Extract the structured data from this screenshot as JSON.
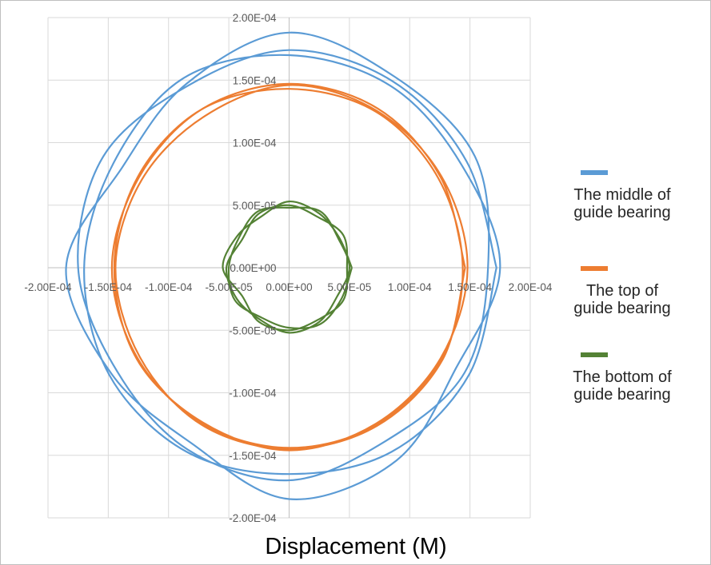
{
  "chart_data": {
    "type": "line",
    "title": "",
    "xlabel": "Displacement (M)",
    "ylabel": "",
    "xlim": [
      -0.0002,
      0.0002
    ],
    "ylim": [
      -0.0002,
      0.0002
    ],
    "grid": true,
    "legend_position": "right",
    "x_tick_labels": [
      "-2.00E-04",
      "-1.50E-04",
      "-1.00E-04",
      "-5.00E-05",
      "0.00E+00",
      "5.00E-05",
      "1.00E-04",
      "1.50E-04",
      "2.00E-04"
    ],
    "y_tick_labels": [
      "2.00E-04",
      "1.50E-04",
      "1.00E-04",
      "5.00E-05",
      "0.00E+00",
      "-5.00E-05",
      "-1.00E-04",
      "-1.50E-04",
      "-2.00E-04"
    ],
    "tick_values": [
      -0.0002,
      -0.00015,
      -0.0001,
      -5e-05,
      0,
      5e-05,
      0.0001,
      0.00015,
      0.0002
    ],
    "point_scale": 1e-06,
    "series": [
      {
        "name": "The middle of guide bearing",
        "color": "#5b9bd5",
        "points": [
          [
            172,
            0
          ],
          [
            147.2,
            85
          ],
          [
            86,
            149
          ],
          [
            0,
            174
          ],
          [
            -84,
            145.5
          ],
          [
            -154.1,
            89
          ],
          [
            -175,
            0
          ],
          [
            -142.9,
            -82.5
          ],
          [
            -84,
            -145.5
          ],
          [
            0,
            -170
          ],
          [
            80,
            -138.6
          ],
          [
            145.5,
            -84
          ],
          [
            165,
            0
          ],
          [
            154.1,
            89
          ],
          [
            88,
            152.4
          ],
          [
            0,
            188
          ],
          [
            -85,
            147.2
          ],
          [
            -138.6,
            80
          ],
          [
            -185,
            0
          ],
          [
            -147.2,
            -85
          ],
          [
            -81,
            -140.3
          ],
          [
            0,
            -185
          ],
          [
            89,
            -154.1
          ],
          [
            138.6,
            -80
          ],
          [
            175,
            0
          ],
          [
            142.9,
            82.5
          ],
          [
            84,
            145.5
          ],
          [
            0,
            170
          ],
          [
            -87.5,
            151.6
          ],
          [
            -145.5,
            84
          ],
          [
            -170,
            0
          ],
          [
            -149,
            -86
          ],
          [
            -85,
            -147.2
          ],
          [
            0,
            -165
          ],
          [
            85,
            -147.2
          ],
          [
            149,
            -86
          ]
        ]
      },
      {
        "name": "The top of guide bearing",
        "color": "#ed7d31",
        "points": [
          [
            146,
            0
          ],
          [
            125.6,
            72.5
          ],
          [
            73.5,
            127.3
          ],
          [
            0,
            147
          ],
          [
            -73,
            126.4
          ],
          [
            -124.7,
            72
          ],
          [
            -147,
            0
          ],
          [
            -125.6,
            -72.5
          ],
          [
            -72,
            -124.7
          ],
          [
            0,
            -144
          ],
          [
            72.5,
            -125.6
          ],
          [
            126.4,
            -73
          ],
          [
            144,
            0
          ],
          [
            123.8,
            71.5
          ],
          [
            72,
            124.7
          ],
          [
            0,
            143
          ],
          [
            -73,
            126.4
          ],
          [
            -125.6,
            72.5
          ],
          [
            -145,
            0
          ],
          [
            -126.4,
            -73
          ],
          [
            -71.5,
            -123.8
          ],
          [
            0,
            -146
          ],
          [
            72,
            -124.7
          ],
          [
            125.6,
            -72.5
          ],
          [
            148,
            0
          ],
          [
            126.4,
            73
          ],
          [
            72.5,
            125.6
          ],
          [
            0,
            146
          ],
          [
            -70,
            121.2
          ],
          [
            -122.1,
            70.5
          ],
          [
            -144,
            0
          ],
          [
            -123.8,
            -71.5
          ],
          [
            -72.5,
            -125.6
          ],
          [
            0,
            -145
          ],
          [
            73,
            -126.4
          ],
          [
            127.3,
            -73.5
          ]
        ]
      },
      {
        "name": "The bottom of guide bearing",
        "color": "#548235",
        "points": [
          [
            52,
            0
          ],
          [
            41.6,
            24
          ],
          [
            25,
            43.3
          ],
          [
            0,
            53
          ],
          [
            -23.5,
            40.7
          ],
          [
            -43.3,
            25
          ],
          [
            -55,
            0
          ],
          [
            -39,
            -22.5
          ],
          [
            -25,
            -43.3
          ],
          [
            0,
            -50
          ],
          [
            24,
            -41.6
          ],
          [
            45,
            -26
          ],
          [
            48,
            0
          ],
          [
            45,
            26
          ],
          [
            23.5,
            40.7
          ],
          [
            0,
            50
          ],
          [
            -25,
            43.3
          ],
          [
            -39,
            22.5
          ],
          [
            -52,
            0
          ],
          [
            -43.3,
            -25
          ],
          [
            -24,
            -41.6
          ],
          [
            0,
            -52
          ],
          [
            25,
            -43.3
          ],
          [
            39.8,
            -23
          ],
          [
            50,
            0
          ],
          [
            40.7,
            23.5
          ],
          [
            26,
            45
          ],
          [
            0,
            48
          ],
          [
            -26,
            45
          ],
          [
            -41.6,
            24
          ],
          [
            -50,
            0
          ],
          [
            -45,
            -26
          ],
          [
            -23,
            -39.8
          ],
          [
            0,
            -48
          ],
          [
            26,
            -45
          ],
          [
            43.3,
            -25
          ]
        ]
      }
    ]
  }
}
